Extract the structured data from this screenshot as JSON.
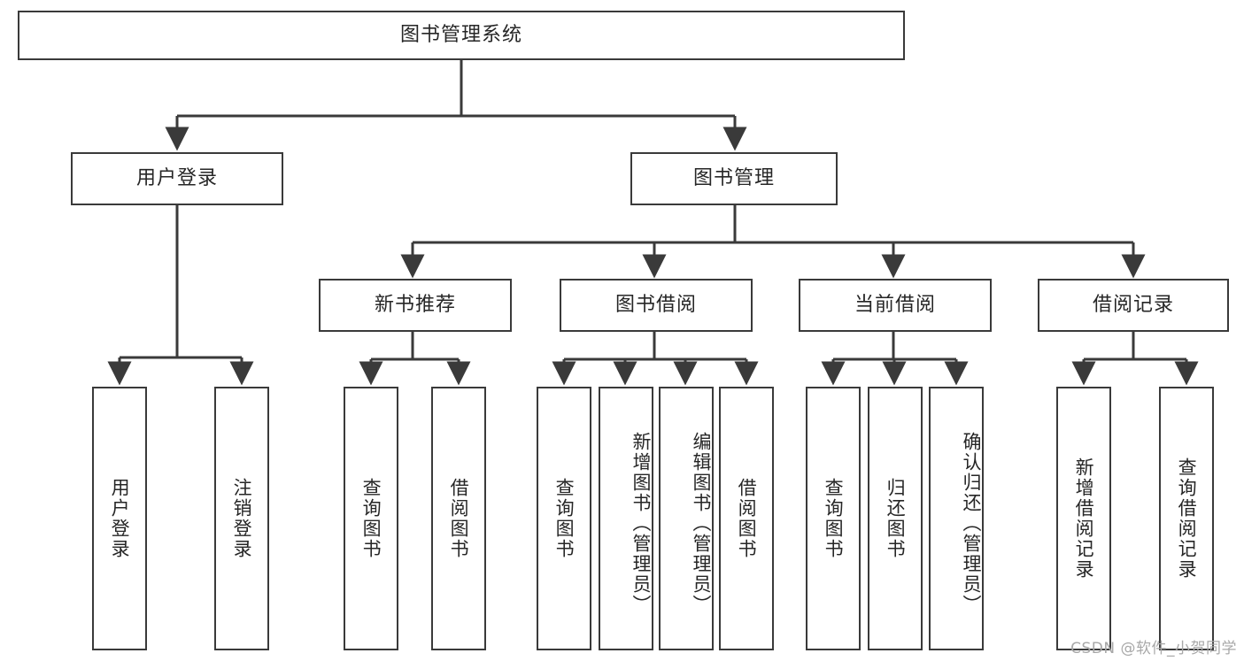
{
  "diagram": {
    "title": "图书管理系统",
    "type": "tree",
    "background_color": "#ffffff",
    "stroke_color": "#3a3a3a",
    "text_color": "#262626",
    "root": {
      "id": "root",
      "label": "图书管理系统",
      "orientation": "horizontal"
    },
    "level2": [
      {
        "id": "user-login",
        "label": "用户登录",
        "orientation": "horizontal"
      },
      {
        "id": "book-manage",
        "label": "图书管理",
        "orientation": "horizontal"
      }
    ],
    "level3": [
      {
        "id": "new-book-recommend",
        "label": "新书推荐",
        "orientation": "horizontal",
        "parent": "book-manage"
      },
      {
        "id": "book-borrow",
        "label": "图书借阅",
        "orientation": "horizontal",
        "parent": "book-manage"
      },
      {
        "id": "current-borrow",
        "label": "当前借阅",
        "orientation": "horizontal",
        "parent": "book-manage"
      },
      {
        "id": "borrow-record",
        "label": "借阅记录",
        "orientation": "horizontal",
        "parent": "book-manage"
      }
    ],
    "leaves": [
      {
        "id": "leaf-user-login",
        "label": "用户登录",
        "parent": "user-login",
        "orientation": "vertical"
      },
      {
        "id": "leaf-user-logout",
        "label": "注销登录",
        "parent": "user-login",
        "orientation": "vertical"
      },
      {
        "id": "leaf-query-book-1",
        "label": "查询图书",
        "parent": "new-book-recommend",
        "orientation": "vertical"
      },
      {
        "id": "leaf-borrow-book-1",
        "label": "借阅图书",
        "parent": "new-book-recommend",
        "orientation": "vertical"
      },
      {
        "id": "leaf-query-book-2",
        "label": "查询图书",
        "parent": "book-borrow",
        "orientation": "vertical"
      },
      {
        "id": "leaf-add-book",
        "label": "新增图书（管理员）",
        "parent": "book-borrow",
        "orientation": "vertical"
      },
      {
        "id": "leaf-edit-book",
        "label": "编辑图书（管理员）",
        "parent": "book-borrow",
        "orientation": "vertical"
      },
      {
        "id": "leaf-borrow-book-2",
        "label": "借阅图书",
        "parent": "book-borrow",
        "orientation": "vertical"
      },
      {
        "id": "leaf-query-book-3",
        "label": "查询图书",
        "parent": "current-borrow",
        "orientation": "vertical"
      },
      {
        "id": "leaf-return-book",
        "label": "归还图书",
        "parent": "current-borrow",
        "orientation": "vertical"
      },
      {
        "id": "leaf-confirm-return",
        "label": "确认归还（管理员）",
        "parent": "current-borrow",
        "orientation": "vertical"
      },
      {
        "id": "leaf-add-record",
        "label": "新增借阅记录",
        "parent": "borrow-record",
        "orientation": "vertical"
      },
      {
        "id": "leaf-query-record",
        "label": "查询借阅记录",
        "parent": "borrow-record",
        "orientation": "vertical"
      }
    ],
    "watermark": "CSDN @软件_小贺同学"
  }
}
